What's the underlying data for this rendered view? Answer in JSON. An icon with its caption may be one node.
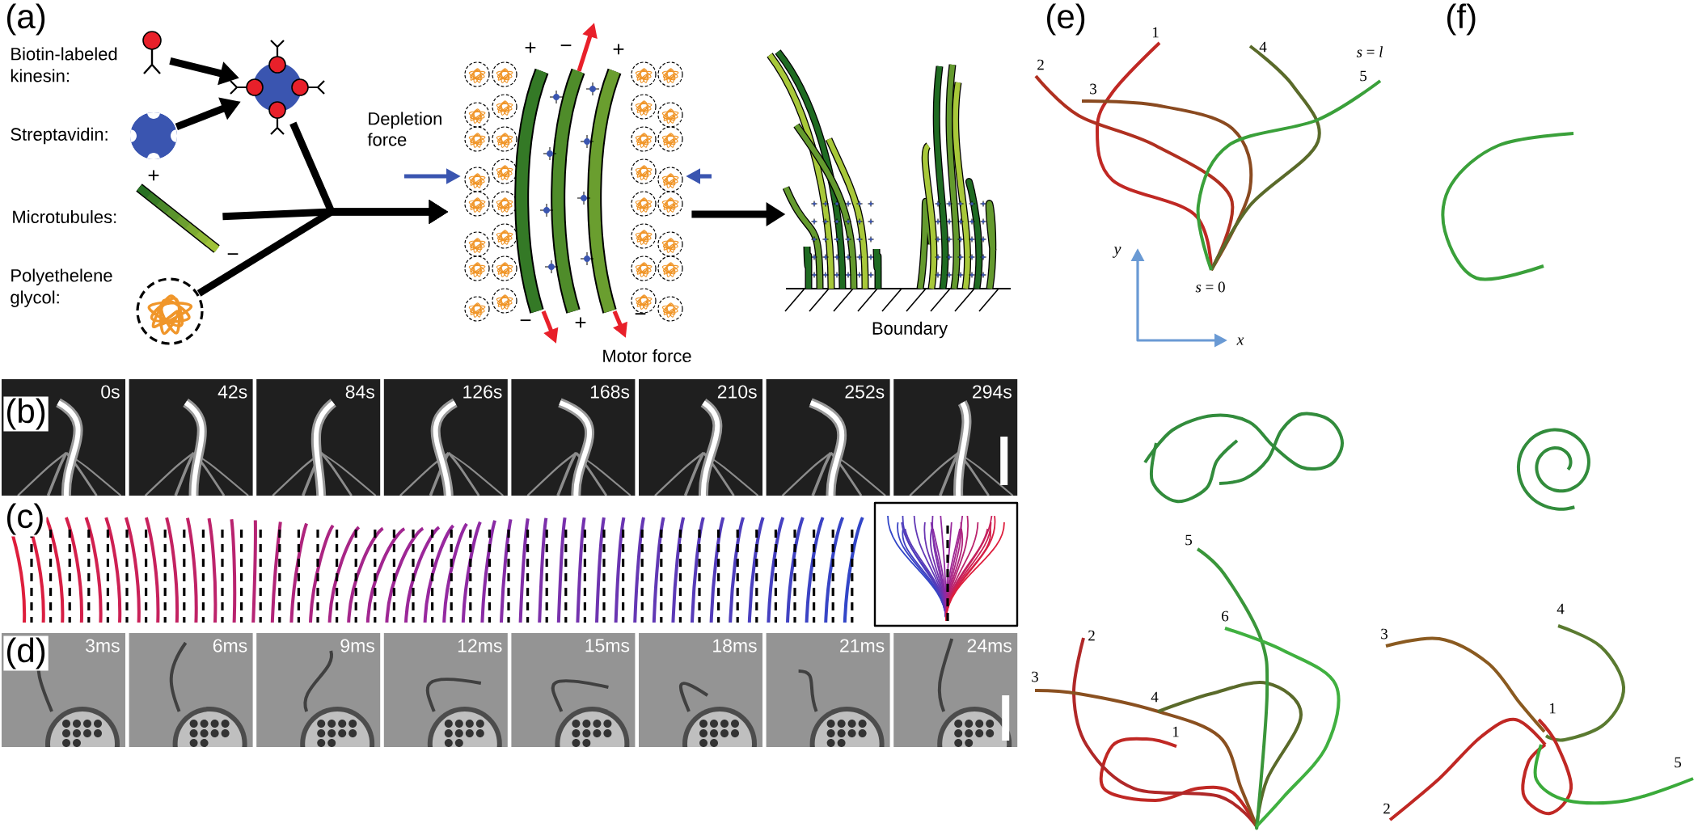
{
  "diagram": {
    "nodes": [
      {
        "text": [],
        "shape": "picture",
        "beside": [
          "Biotin-labeled kinesin:"
        ]
      },
      {
        "text": [],
        "shape": "picture",
        "beside": [
          "Streptavidin:"
        ]
      },
      {
        "text": [],
        "shape": "picture"
      },
      {
        "text": [],
        "shape": "picture",
        "beside": [
          "Microtubules:"
        ]
      },
      {
        "text": [],
        "shape": "picture",
        "beside": [
          "Polyethelene glycol:"
        ]
      },
      {
        "text": [],
        "shape": "picture"
      },
      {
        "text": [],
        "shape": "picture",
        "beside": [
          "Boundary"
        ]
      }
    ],
    "edges": [
      {
        "from": 0,
        "to": 2,
        "arrow": "to"
      },
      {
        "from": 1,
        "to": 2,
        "arrow": "to"
      },
      {
        "from": 2,
        "to": 5,
        "arrow": "to"
      },
      {
        "from": 3,
        "to": 5,
        "arrow": "to"
      },
      {
        "from": 4,
        "to": 5,
        "arrow": "to"
      },
      {
        "from": 5,
        "to": 6,
        "arrow": "to"
      }
    ],
    "labels": [
      "(a)",
      "+",
      "−",
      "Depletion force",
      "+",
      "−",
      "+",
      "−",
      "+",
      "−",
      "Motor force",
      "(e)",
      "(f)",
      "1",
      "4",
      "*s* = *l*",
      "2",
      "5",
      "3",
      "y",
      "*s* = 0",
      "x",
      "(b)",
      "0s",
      "42s",
      "84s",
      "126s",
      "168s",
      "210s",
      "252s",
      "294s",
      "(c)",
      "(d)",
      "3ms",
      "6ms",
      "9ms",
      "12ms",
      "15ms",
      "18ms",
      "21ms",
      "24ms",
      "5",
      "6",
      "2",
      "3",
      "4",
      "1",
      "4",
      "3",
      "1",
      "5",
      "2"
    ]
  }
}
